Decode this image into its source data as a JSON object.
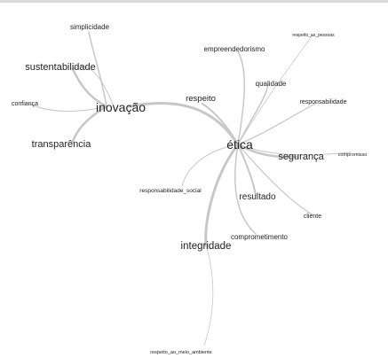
{
  "nodes": {
    "etica": "ética",
    "inovacao": "inovação",
    "integridade": "integridade",
    "sustentabilidade": "sustentabilidade",
    "transparencia": "transparência",
    "simplicidade": "simplicidade",
    "confianca": "confiança",
    "respeito": "respeito",
    "empreendedorismo": "empreendedorismo",
    "qualidade": "qualidade",
    "respeito_as_pessoas": "respeito_as_pessoas",
    "responsabilidade": "responsabilidade",
    "seguranca": "segurança",
    "compromisso": "compromisso",
    "resultado": "resultado",
    "cliente": "cliente",
    "comprometimento": "comprometimento",
    "responsabilidade_social": "responsabilidade_social",
    "respeito_ao_meio_ambiente": "respeito_ao_meio_ambiente"
  },
  "colors": {
    "edge": "#c7c7c7",
    "label": "#222222",
    "background": "#ffffff"
  }
}
